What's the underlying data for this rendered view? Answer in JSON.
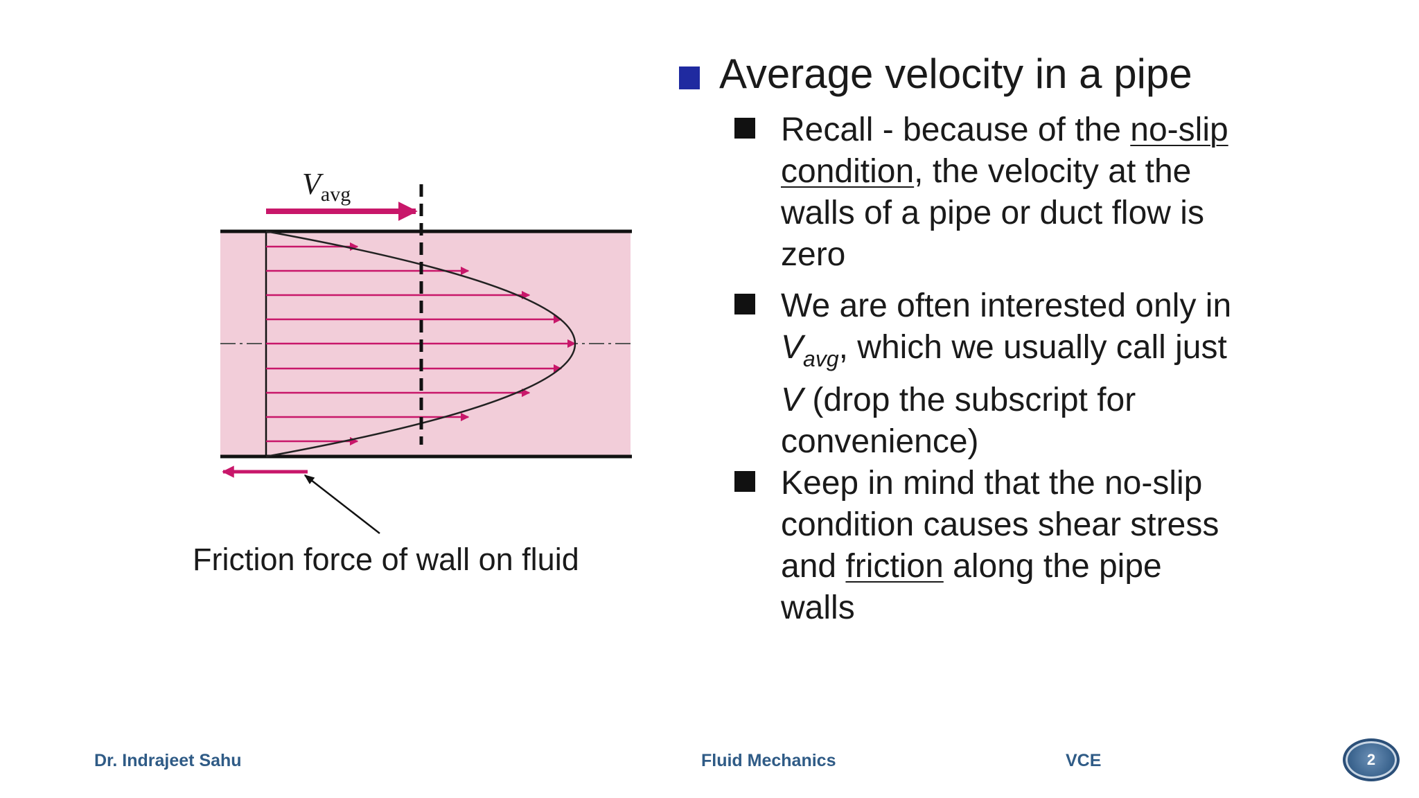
{
  "figure": {
    "vavg_symbol": "V",
    "vavg_subscript": "avg",
    "caption": "Friction force of wall on fluid"
  },
  "heading": "Average velocity in a pipe",
  "bullets": [
    {
      "lines": [
        [
          "Recall - because of the ",
          "no-slip"
        ],
        [
          "condition",
          ", the velocity at the"
        ],
        [
          "walls of a pipe or duct flow is"
        ],
        [
          "zero"
        ]
      ]
    },
    {
      "lines": [
        [
          "We are often interested only in"
        ],
        [
          "V",
          "avg",
          ", which we usually call just"
        ],
        [
          "V",
          " (drop the subscript for"
        ],
        [
          "convenience)"
        ]
      ]
    },
    {
      "lines": [
        [
          "Keep in mind that the no-slip"
        ],
        [
          "condition causes shear stress"
        ],
        [
          "and ",
          "friction",
          " along the pipe"
        ],
        [
          "walls"
        ]
      ]
    }
  ],
  "footer": {
    "author": "Dr. Indrajeet Sahu",
    "course": "Fluid Mechanics",
    "institute": "VCE",
    "page_number": "2"
  },
  "colors": {
    "fluid_fill": "#f2cdd9",
    "arrow": "#c8176a",
    "heading_bullet": "#1f2aa0",
    "footer_text": "#2f5b86"
  }
}
